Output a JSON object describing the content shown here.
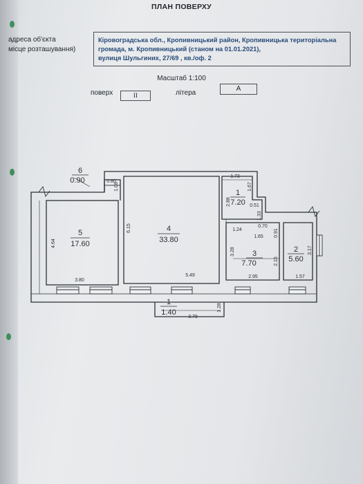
{
  "header": {
    "title": "ПЛАН ПОВЕРХУ",
    "address_label_line1": "адреса об'єкта",
    "address_label_line2": "місце розташування)",
    "address_line1": "Кіровоградська обл., Кропивницький район, Кропивницька територіальна",
    "address_line2": "громада, м. Кропивницький (станом на 01.01.2021),",
    "address_line3": "вулиця Шульгиних, 27/69 , кв./оф. 2"
  },
  "scale": "Масштаб 1:100",
  "floor": {
    "label": "поверх",
    "value": "II"
  },
  "liter": {
    "label": "літера",
    "value": "А"
  },
  "rooms": {
    "r1": {
      "num": "1",
      "area": "7.20"
    },
    "r2": {
      "num": "2",
      "area": "5.60"
    },
    "r3": {
      "num": "3",
      "area": "7.70"
    },
    "r4": {
      "num": "4",
      "area": "33.80"
    },
    "r5": {
      "num": "5",
      "area": "17.60"
    },
    "r6": {
      "num": "6",
      "area": "0.90"
    },
    "r1b": {
      "num": "1",
      "area": "1.40"
    }
  },
  "dims": {
    "d464": "4.64",
    "d380": "3.80",
    "d615": "6.15",
    "d549": "5.49",
    "d080": "0.80",
    "d108": "1.08",
    "d173": "1.73",
    "d167": "1.67",
    "d288": "2.88",
    "d051": "0.51",
    "d133": "1.33",
    "d124": "1.24",
    "d070": "0.70",
    "d091": "0.91",
    "d165": "1.65",
    "d328": "3.28",
    "d215": "2.15",
    "d295": "2.95",
    "d317": "3.17",
    "d157": "1.57",
    "d379": "3.79",
    "d128": "1.28"
  }
}
